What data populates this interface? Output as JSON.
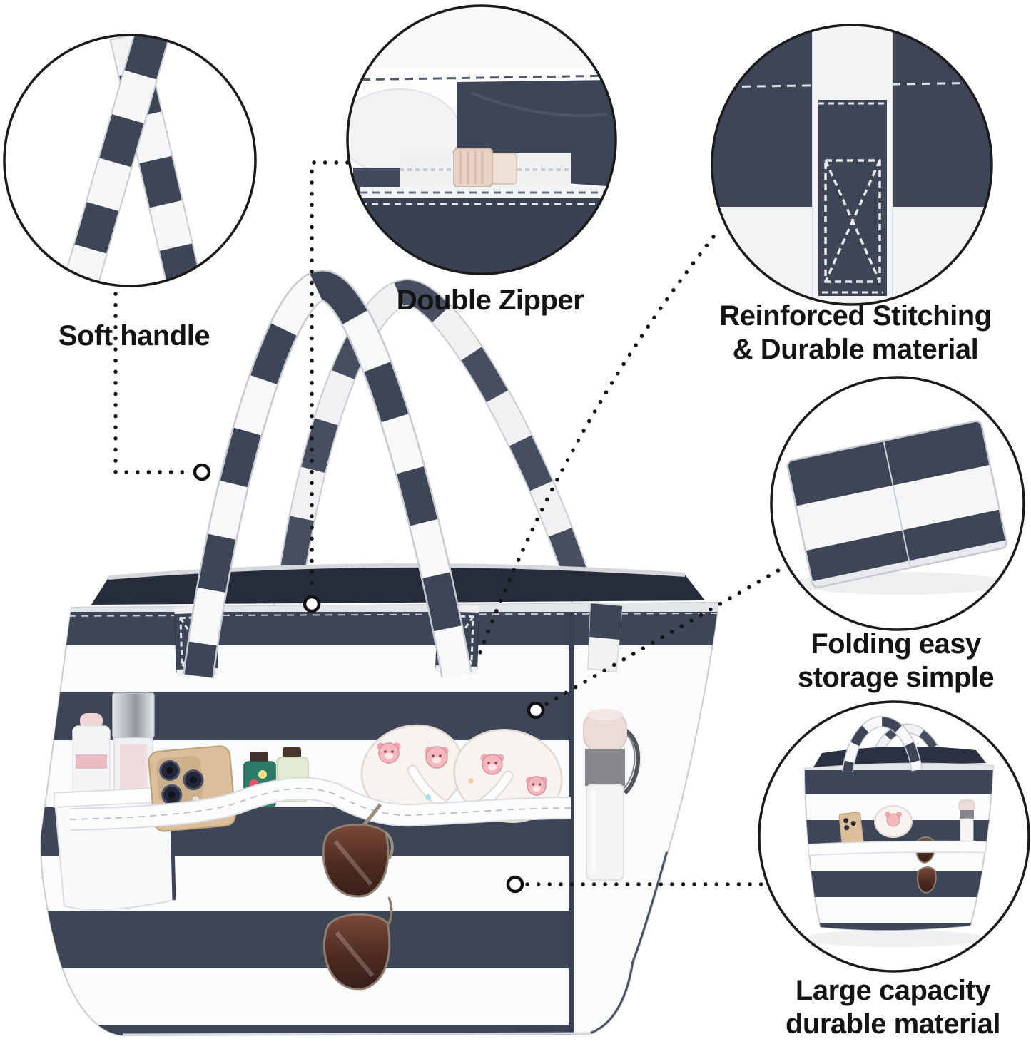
{
  "title": "Striped tote bag feature infographic",
  "callouts": {
    "soft_handle": {
      "label": "Soft handle"
    },
    "double_zipper": {
      "label": "Double Zipper"
    },
    "reinforced": {
      "line1": "Reinforced Stitching",
      "line2": "& Durable material"
    },
    "folding": {
      "line1": "Folding easy",
      "line2": "storage simple"
    },
    "capacity": {
      "line1": "Large capacity",
      "line2": "durable material"
    }
  },
  "colors": {
    "stripe_navy": "#3e4557",
    "fabric_white": "#fafbfc",
    "text_black": "#141414",
    "zipper_pull_beige": "#e6d2c6",
    "phone_gold": "#dabf9a",
    "bear_pink": "#f3b7bd",
    "sunglass_lens_brown": "#4a291f",
    "bottle_cap_pink": "#ecdcd9"
  }
}
